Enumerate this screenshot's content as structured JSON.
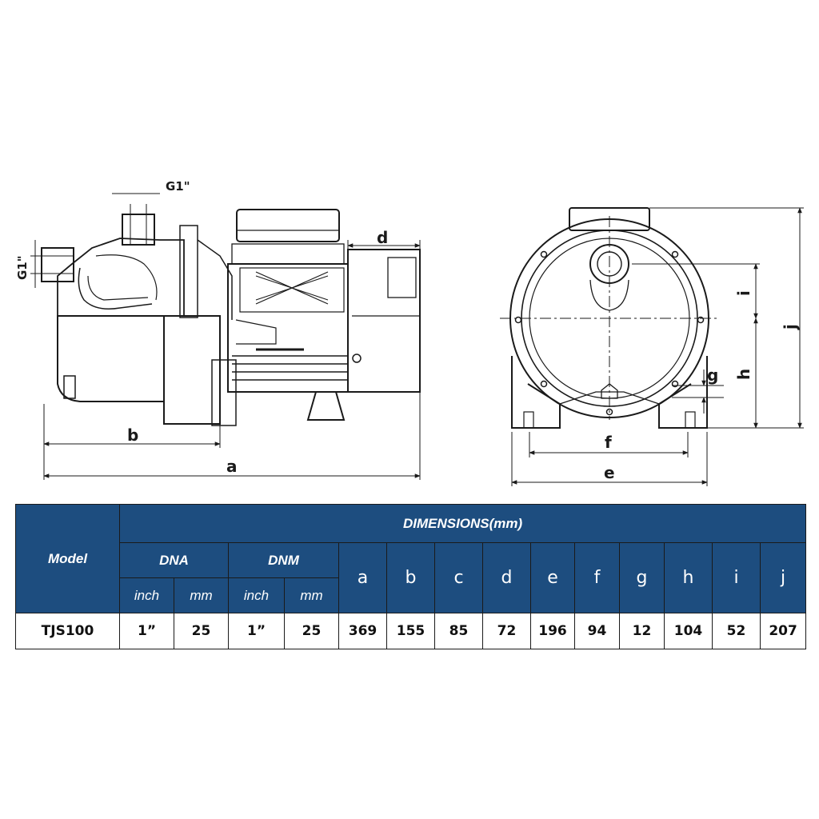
{
  "drawing": {
    "labels": {
      "outlet_thread": "G1\"",
      "inlet_thread": "G1\"",
      "a": "a",
      "b": "b",
      "d": "d",
      "e": "e",
      "f": "f",
      "g": "g",
      "h": "h",
      "i": "i",
      "j": "j"
    }
  },
  "table": {
    "header": {
      "model": "Model",
      "dimensions": "DIMENSIONS(mm)",
      "dna": "DNA",
      "dnm": "DNM",
      "inch": "inch",
      "mm": "mm",
      "letters": [
        "a",
        "b",
        "c",
        "d",
        "e",
        "f",
        "g",
        "h",
        "i",
        "j"
      ]
    },
    "row": {
      "model": "TJS100",
      "dna_inch": "1”",
      "dna_mm": "25",
      "dnm_inch": "1”",
      "dnm_mm": "25",
      "values": [
        "369",
        "155",
        "85",
        "72",
        "196",
        "94",
        "12",
        "104",
        "52",
        "207"
      ]
    }
  },
  "colors": {
    "header_bg": "#1d4d7f",
    "line": "#1a1a1a"
  }
}
